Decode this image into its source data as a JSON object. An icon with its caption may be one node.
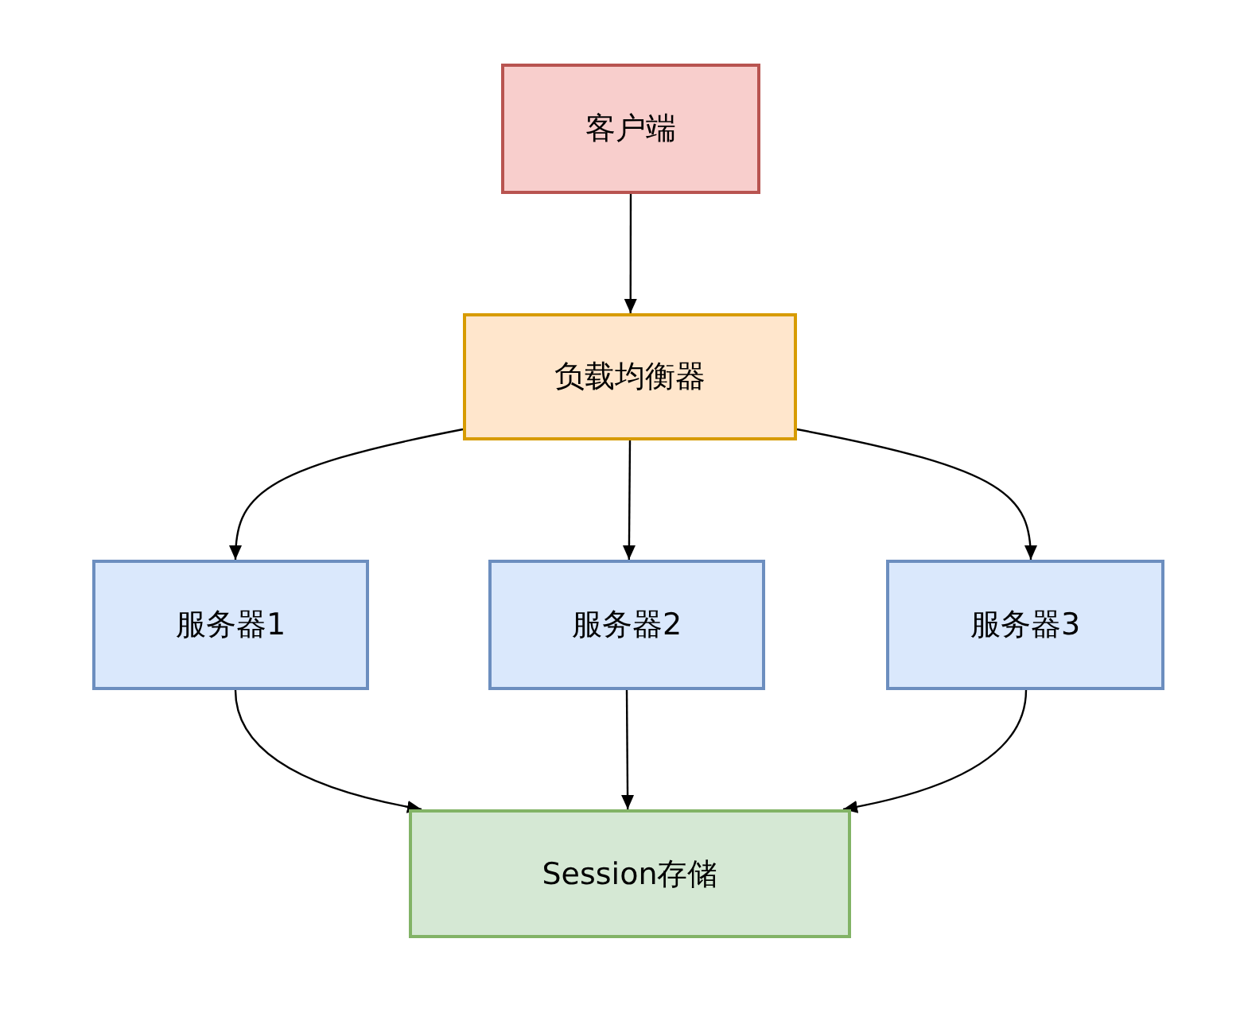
{
  "diagram": {
    "nodes": [
      {
        "text": [
          "客户端"
        ]
      },
      {
        "text": [
          "负载均衡器"
        ]
      },
      {
        "text": [
          "服务器1"
        ]
      },
      {
        "text": [
          "服务器2"
        ]
      },
      {
        "text": [
          "服务器3"
        ]
      },
      {
        "text": [
          "Session存储"
        ]
      }
    ],
    "edges": [
      {
        "from": 0,
        "to": 1,
        "arrow": "to"
      },
      {
        "from": 1,
        "to": 2,
        "arrow": "to"
      },
      {
        "from": 1,
        "to": 3,
        "arrow": "to"
      },
      {
        "from": 1,
        "to": 4,
        "arrow": "to"
      },
      {
        "from": 2,
        "to": 5,
        "arrow": "to"
      },
      {
        "from": 3,
        "to": 5,
        "arrow": "to"
      },
      {
        "from": 4,
        "to": 5,
        "arrow": "to"
      }
    ]
  }
}
